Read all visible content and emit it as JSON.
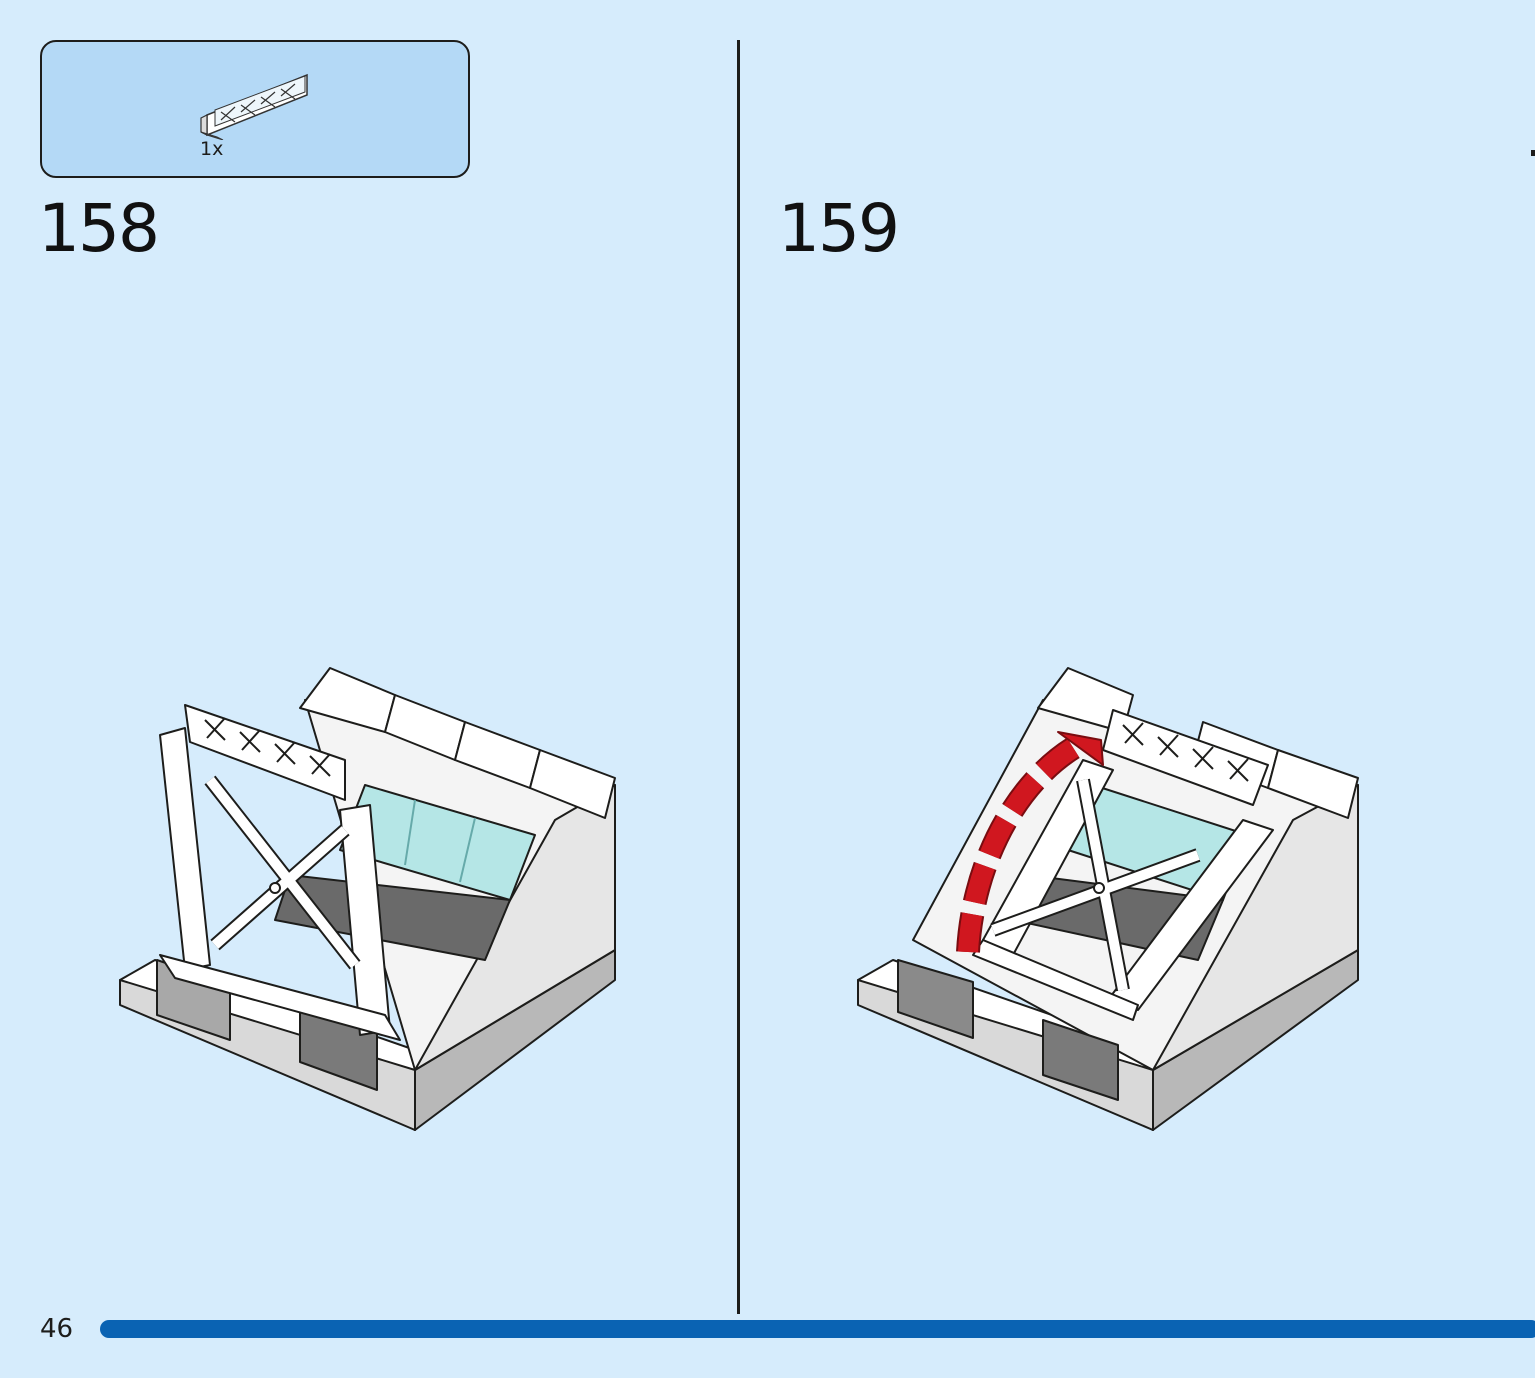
{
  "parts_list": {
    "items": [
      {
        "icon": "white-fence-piece-icon",
        "quantity": "1x"
      }
    ]
  },
  "steps": [
    {
      "number": "158"
    },
    {
      "number": "159"
    }
  ],
  "page": {
    "number": "46"
  },
  "colors": {
    "background": "#d6ecfc",
    "parts_box": "#b4d9f6",
    "progress_bar": "#0a63b3",
    "rotation_arrow": "#d0171f",
    "trans_light_blue": "#b5e6e6",
    "dark_grey": "#6a6a6a",
    "light_grey": "#a6a6a6"
  }
}
